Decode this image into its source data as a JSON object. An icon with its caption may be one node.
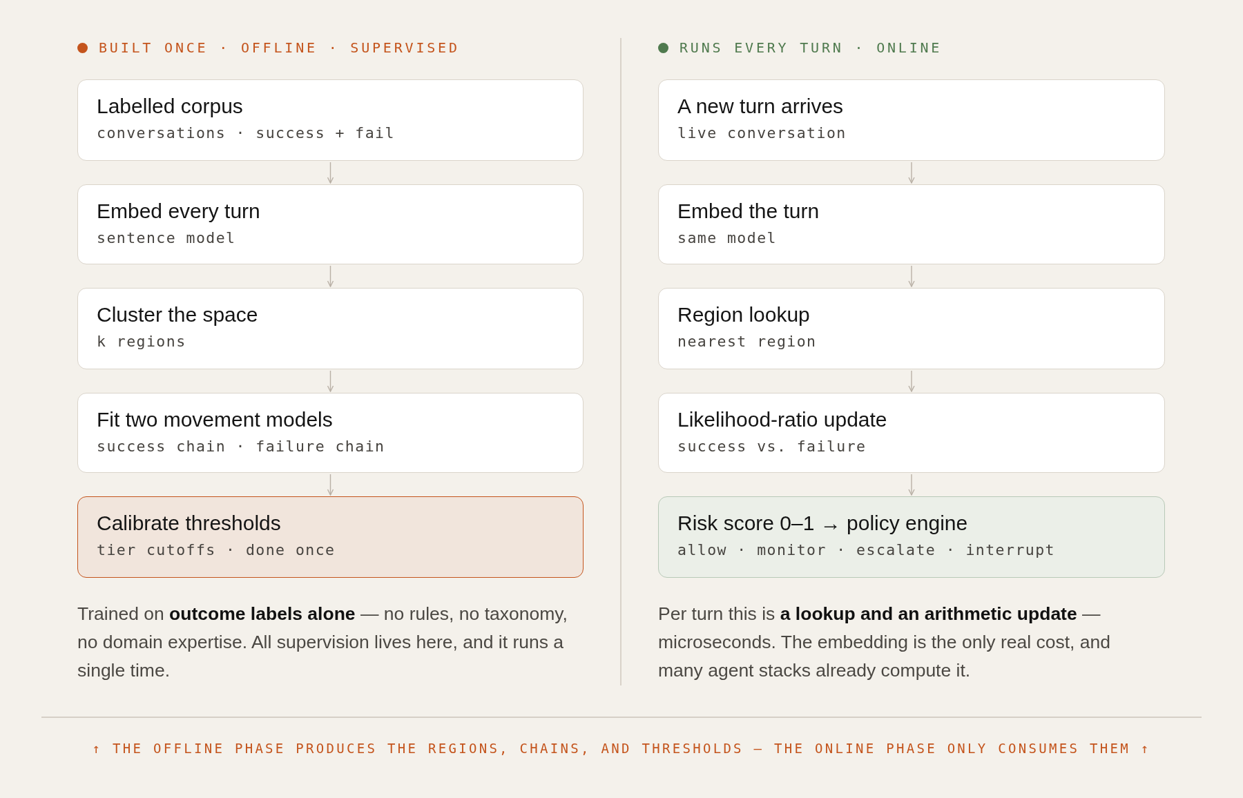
{
  "diagram": {
    "nodes": [
      {
        "text": [
          "Labelled corpus",
          "conversations · success + fail"
        ]
      },
      {
        "text": [
          "Embed every turn",
          "sentence model"
        ]
      },
      {
        "text": [
          "Cluster the space",
          "k regions"
        ]
      },
      {
        "text": [
          "Fit two movement models",
          "success chain · failure chain"
        ]
      },
      {
        "text": [
          "Calibrate thresholds",
          "tier cutoffs · done once"
        ]
      },
      {
        "text": [
          "A new turn arrives",
          "live conversation"
        ]
      },
      {
        "text": [
          "Embed the turn",
          "same model"
        ]
      },
      {
        "text": [
          "Region lookup",
          "nearest region"
        ]
      },
      {
        "text": [
          "Likelihood-ratio update",
          "success vs. failure"
        ]
      },
      {
        "text": [
          "Risk score 0–1 → policy engine",
          "allow · monitor · escalate · interrupt"
        ]
      }
    ],
    "edges": [
      {
        "from": 0,
        "to": 1,
        "arrow": "to"
      },
      {
        "from": 1,
        "to": 2,
        "arrow": "to"
      },
      {
        "from": 2,
        "to": 3,
        "arrow": "to"
      },
      {
        "from": 3,
        "to": 4,
        "arrow": "to"
      },
      {
        "from": 5,
        "to": 6,
        "arrow": "to"
      },
      {
        "from": 6,
        "to": 7,
        "arrow": "to"
      },
      {
        "from": 7,
        "to": 8,
        "arrow": "to"
      },
      {
        "from": 8,
        "to": 9,
        "arrow": "to"
      }
    ],
    "labels": [
      "BUILT ONCE · OFFLINE · SUPERVISED",
      "RUNS EVERY TURN · ONLINE",
      "Trained on **outcome labels alone** — no rules, no taxonomy, no domain expertise. All supervision lives here, and it runs a single time.",
      "Per turn this is **a lookup and an arithmetic update** — microseconds. The embedding is the only real cost, and many agent stacks already compute it.",
      "↑ THE OFFLINE PHASE PRODUCES THE REGIONS, CHAINS, AND THRESHOLDS — THE ONLINE PHASE ONLY CONSUMES THEM ↑"
    ]
  }
}
